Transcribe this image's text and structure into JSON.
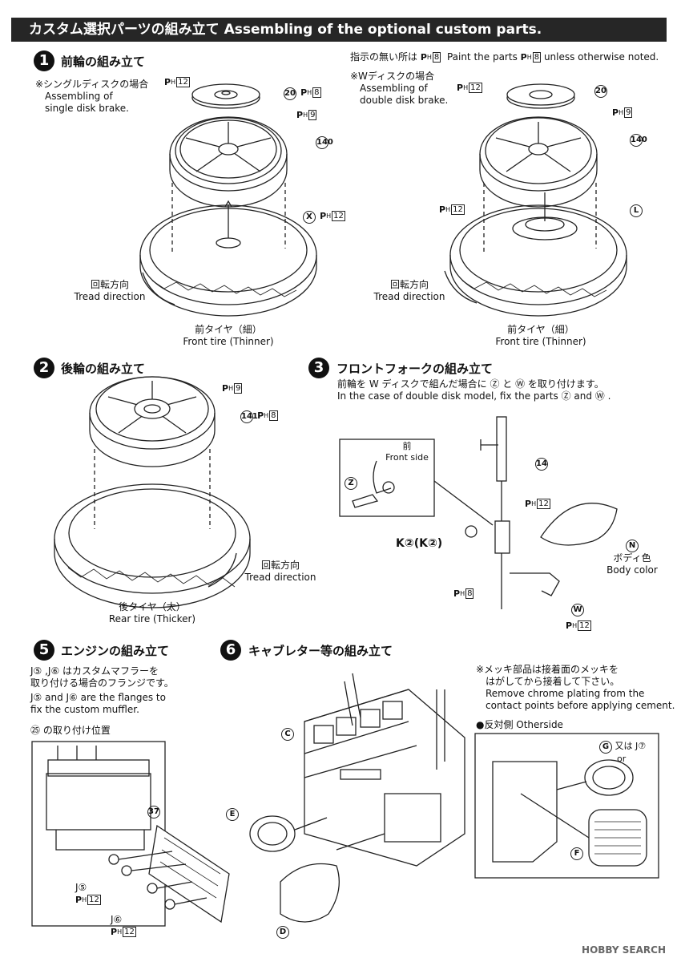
{
  "header": {
    "title": "カスタム選択パーツの組み立て Assembling of the optional custom parts."
  },
  "note_top": {
    "jp": "指示の無い所は",
    "en": "Paint the parts",
    "en2": "unless otherwise noted.",
    "num": "8"
  },
  "step1": {
    "num": "1",
    "title": "前輪の組み立て",
    "single_jp": "※シングルディスクの場合",
    "single_en1": "Assembling of",
    "single_en2": "single disk brake.",
    "double_jp": "※Wディスクの場合",
    "double_en1": "Assembling of",
    "double_en2": "double disk brake.",
    "tread_jp": "回転方向",
    "tread_en": "Tread direction",
    "tire_jp": "前タイヤ（細）",
    "tire_en": "Front tire (Thinner)",
    "part_disk": "20",
    "part_wheel": "140",
    "part_x": "X",
    "part_l": "L",
    "ph12": "12",
    "ph8": "8",
    "ph9": "9"
  },
  "step2": {
    "num": "2",
    "title": "後輪の組み立て",
    "part_wheel": "141",
    "ph9": "9",
    "ph8": "8",
    "tread_jp": "回転方向",
    "tread_en": "Tread direction",
    "tire_jp": "後タイヤ（太）",
    "tire_en": "Rear tire (Thicker)"
  },
  "step3": {
    "num": "3",
    "title": "フロントフォークの組み立て",
    "desc_jp": "前輪を W ディスクで組んだ場合に Ⓩ と Ⓦ を取り付けます。",
    "desc_en": "In the case of double disk model, fix the parts Ⓩ and Ⓦ .",
    "front_jp": "前",
    "front_en": "Front side",
    "part_z": "Z",
    "part_14": "14",
    "k_label": "K②(K②)",
    "part_n": "N",
    "body_jp": "ボディ色",
    "body_en": "Body color",
    "part_w": "W",
    "ph12": "12",
    "ph8": "8"
  },
  "step5": {
    "num": "5",
    "title": "エンジンの組み立て",
    "desc_jp1": "J⑤ ,J⑥ はカスタムマフラーを",
    "desc_jp2": "取り付ける場合のフランジです。",
    "desc_en1": "J⑤ and J⑥ are the flanges to",
    "desc_en2": "fix the custom muffler.",
    "pos_label": "㉕ の取り付け位置",
    "part_37": "37",
    "j5": "J⑤",
    "j6": "J⑥",
    "ph12": "12"
  },
  "step6": {
    "num": "6",
    "title": "キャブレター等の組み立て",
    "note_jp1": "※メッキ部品は接着面のメッキを",
    "note_jp2": "はがしてから接着して下さい。",
    "note_en1": "Remove chrome plating from the",
    "note_en2": "contact points before applying cement.",
    "otherside": "●反対側 Otherside",
    "part_c": "C",
    "part_e": "E",
    "part_d": "D",
    "part_g": "G",
    "part_f": "F",
    "g_or_jp": "又は",
    "g_or_en": "or",
    "j7": "J⑦"
  },
  "footer": {
    "watermark": "HOBBY SEARCH"
  }
}
